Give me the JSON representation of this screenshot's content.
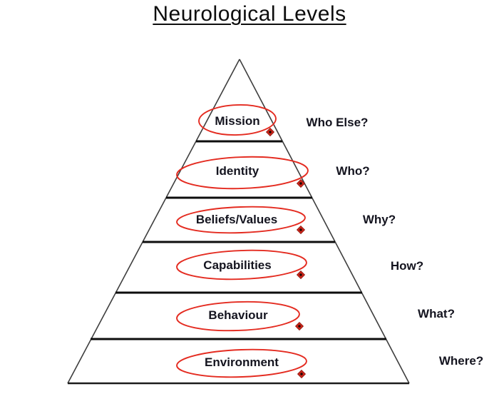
{
  "title": "Neurological Levels",
  "levels": [
    {
      "label": "Mission",
      "question": "Who Else?"
    },
    {
      "label": "Identity",
      "question": "Who?"
    },
    {
      "label": "Beliefs/Values",
      "question": "Why?"
    },
    {
      "label": "Capabilities",
      "question": "How?"
    },
    {
      "label": "Behaviour",
      "question": "What?"
    },
    {
      "label": "Environment",
      "question": "Where?"
    }
  ],
  "colors": {
    "ellipse_red": "#e42b20",
    "diamond_red": "#cd2418",
    "marker_dot": "#1c0502",
    "divider_black": "#0d0d0d",
    "edge_gray": "#3e3e3e",
    "base_black": "#1c1c1c",
    "text_dark": "#14141f"
  }
}
